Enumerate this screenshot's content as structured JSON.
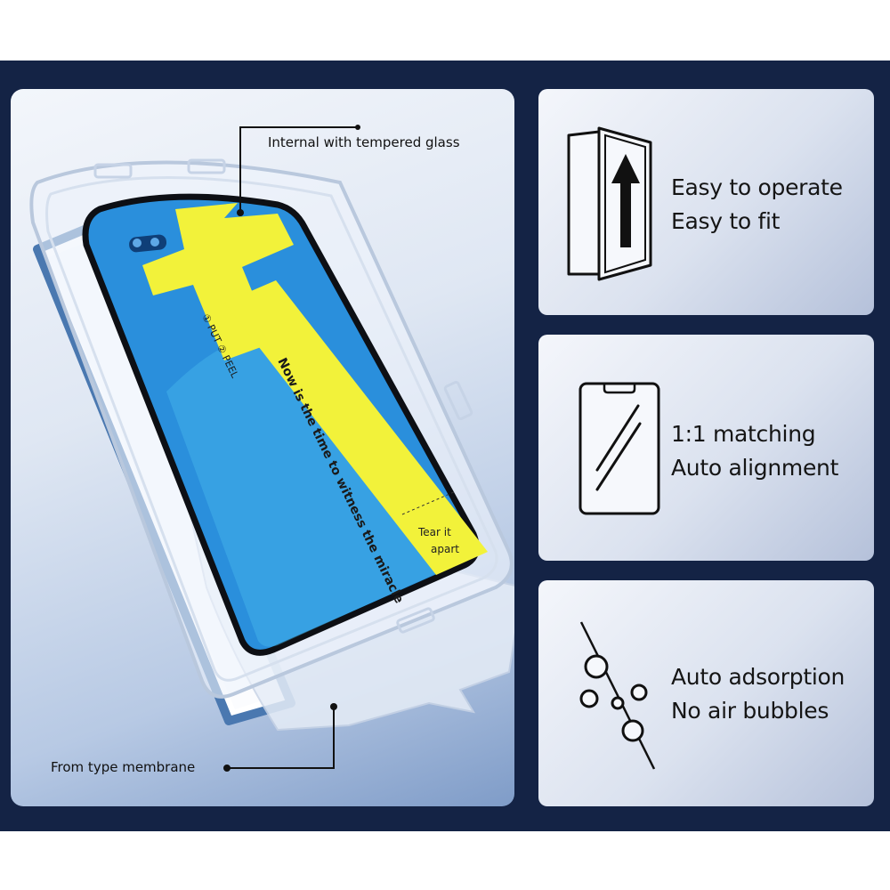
{
  "product_image": {
    "callout_top": "Internal with tempered glass",
    "callout_bottom": "From type membrane",
    "sticker": {
      "brand": "① PUT ② PEEL",
      "slogan": "Now is the time to witness the miracle",
      "tear_line1": "Tear it",
      "tear_line2": "apart"
    }
  },
  "features": [
    {
      "icon": "phone-arrow-icon",
      "line1": "Easy to operate",
      "line2": "Easy to fit"
    },
    {
      "icon": "phone-glass-icon",
      "line1": "1:1 matching",
      "line2": "Auto alignment"
    },
    {
      "icon": "bubbles-icon",
      "line1": "Auto adsorption",
      "line2": "No air bubbles"
    }
  ],
  "colors": {
    "band": "#142345",
    "screen_blue": "#2a8fdc",
    "sticker_yellow": "#f2f23a"
  }
}
